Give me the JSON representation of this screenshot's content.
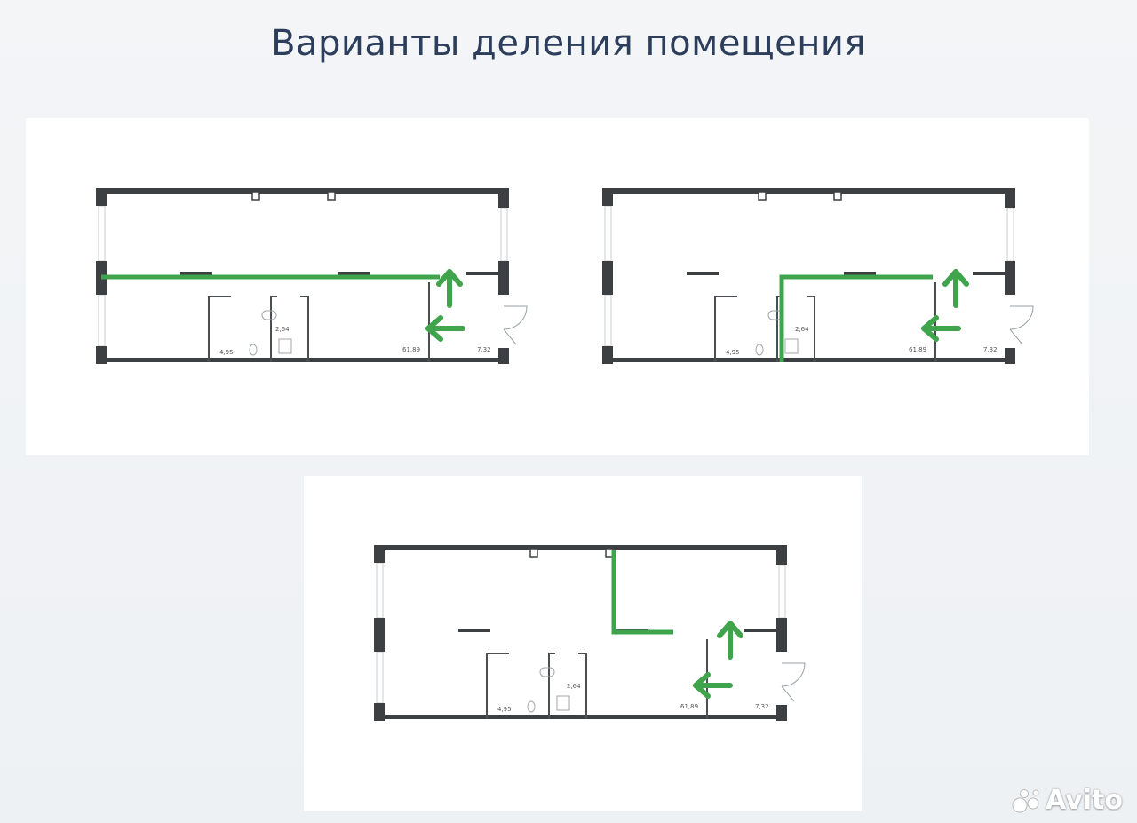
{
  "page": {
    "title": "Варианты деления помещения"
  },
  "plans": [
    {
      "area_wc": "4,95",
      "area_utility": "2,64",
      "area_main": "61,89",
      "area_entry": "7,32"
    },
    {
      "area_wc": "4,95",
      "area_utility": "2,64",
      "area_main": "61,89",
      "area_entry": "7,32"
    },
    {
      "area_wc": "4,95",
      "area_utility": "2,64",
      "area_main": "61,89",
      "area_entry": "7,32"
    }
  ],
  "colors": {
    "wall": "#3d4043",
    "window": "#c9cdd0",
    "partition": "#4b4e52",
    "division": "#3fa44b",
    "arrow": "#3fa44b",
    "title": "#2c3e5c"
  },
  "watermark": {
    "text": "Avito"
  }
}
